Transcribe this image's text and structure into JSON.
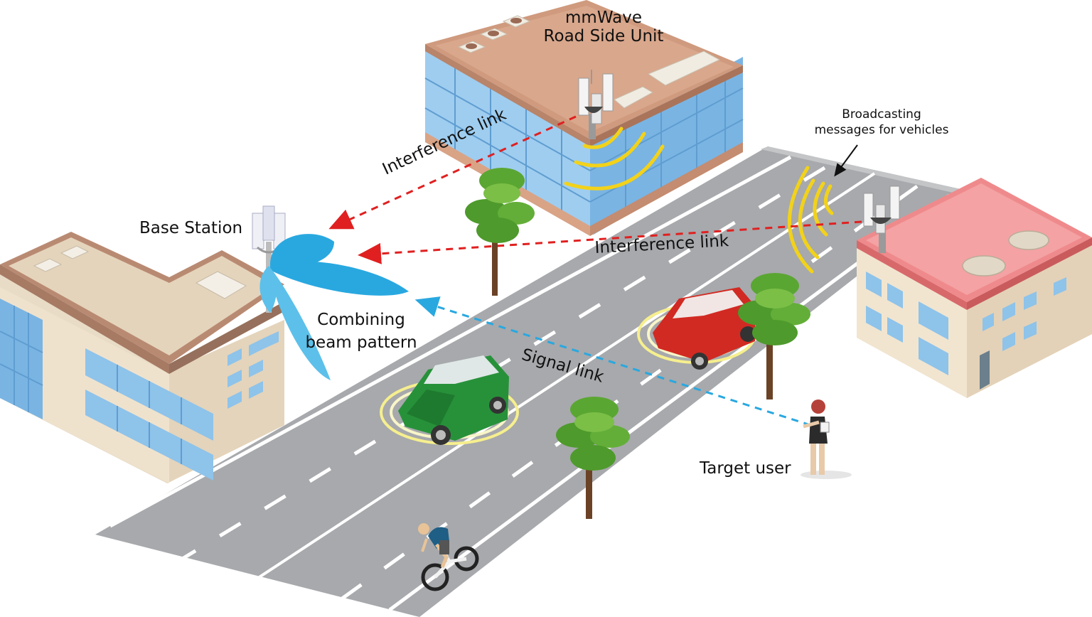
{
  "labels": {
    "rsu_line1": "mmWave",
    "rsu_line2": "Road Side Unit",
    "broadcast_line1": "Broadcasting",
    "broadcast_line2": "messages for vehicles",
    "interference_top": "Interference link",
    "interference_right": "Interference link",
    "base_station": "Base Station",
    "combining_line1": "Combining",
    "combining_line2": "beam pattern",
    "signal_link": "Signal link",
    "target_user": "Target user"
  },
  "colors": {
    "interference_link": "#e02020",
    "signal_link": "#29a8e0",
    "beam": "#29a8e0",
    "rsu_waves": "#f2d21a",
    "road": "#a7a9ac",
    "building_glass": "#8ec3ea",
    "rsu_roof": "#cf9a7e",
    "pink_roof": "#ef8a8c",
    "green_car": "#27913a",
    "red_car": "#d12a22",
    "tree": "#5aa632"
  },
  "icons": [
    "base-station-tower-icon",
    "rsu-antenna-icon",
    "green-car-icon",
    "red-car-icon",
    "cyclist-icon",
    "pedestrian-icon",
    "tree-icon"
  ]
}
